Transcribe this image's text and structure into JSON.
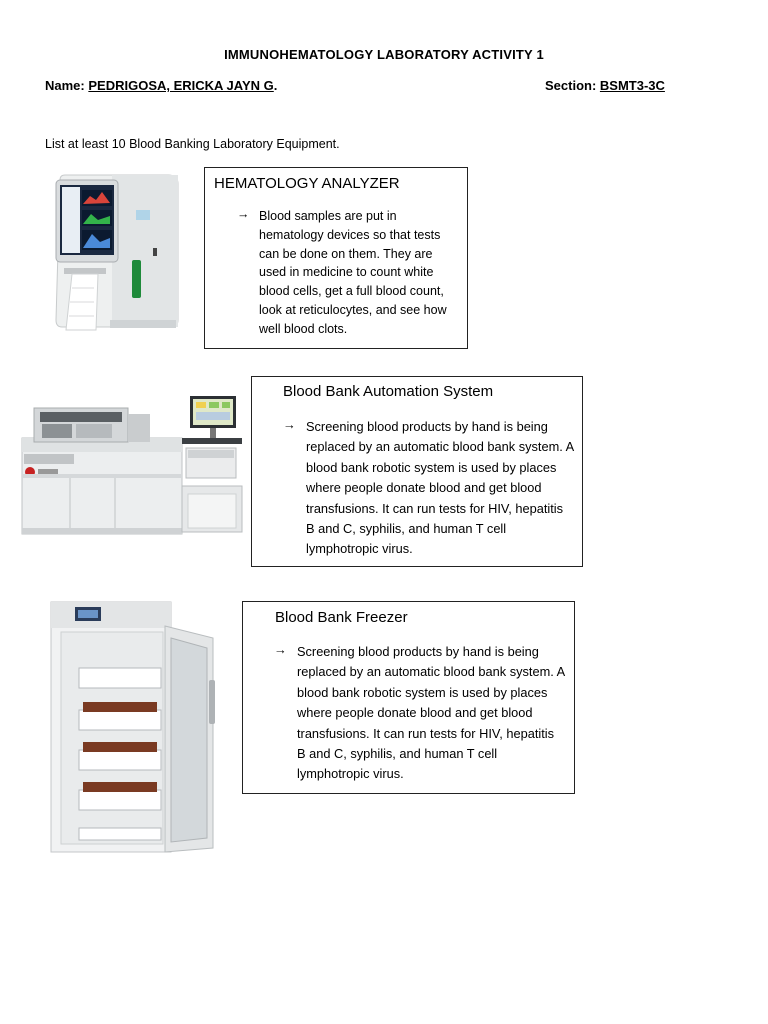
{
  "header": {
    "title": "IMMUNOHEMATOLOGY LABORATORY ACTIVITY 1",
    "name_label": "Name: ",
    "name_value": "PEDRIGOSA, ERICKA JAYN G",
    "name_suffix": ".",
    "section_label": "Section: ",
    "section_value": "BSMT3-3C"
  },
  "instruction": "List at least 10 Blood Banking Laboratory Equipment.",
  "arrow_glyph": "→",
  "items": [
    {
      "title": "HEMATOLOGY ANALYZER",
      "text": "Blood samples are put in hematology devices so that tests can be done on them. They are used in medicine to count white blood cells, get a full blood count, look at reticulocytes, and see how well blood clots.",
      "image": "hematology-analyzer-photo"
    },
    {
      "title": "Blood Bank Automation System",
      "text": "Screening blood products by hand is being replaced by an automatic blood bank system. A blood bank robotic system is used by places where people donate blood and get blood transfusions. It can run tests for HIV, hepatitis B and C, syphilis, and human T cell lymphotropic virus.",
      "image": "blood-bank-automation-system-photo"
    },
    {
      "title": "Blood Bank Freezer",
      "text": "Screening blood products by hand is being replaced by an automatic blood bank system. A blood bank robotic system is used by places where people donate blood and get blood transfusions. It can run tests for HIV, hepatitis B and C, syphilis, and human T cell lymphotropic virus.",
      "image": "blood-bank-freezer-photo"
    }
  ]
}
